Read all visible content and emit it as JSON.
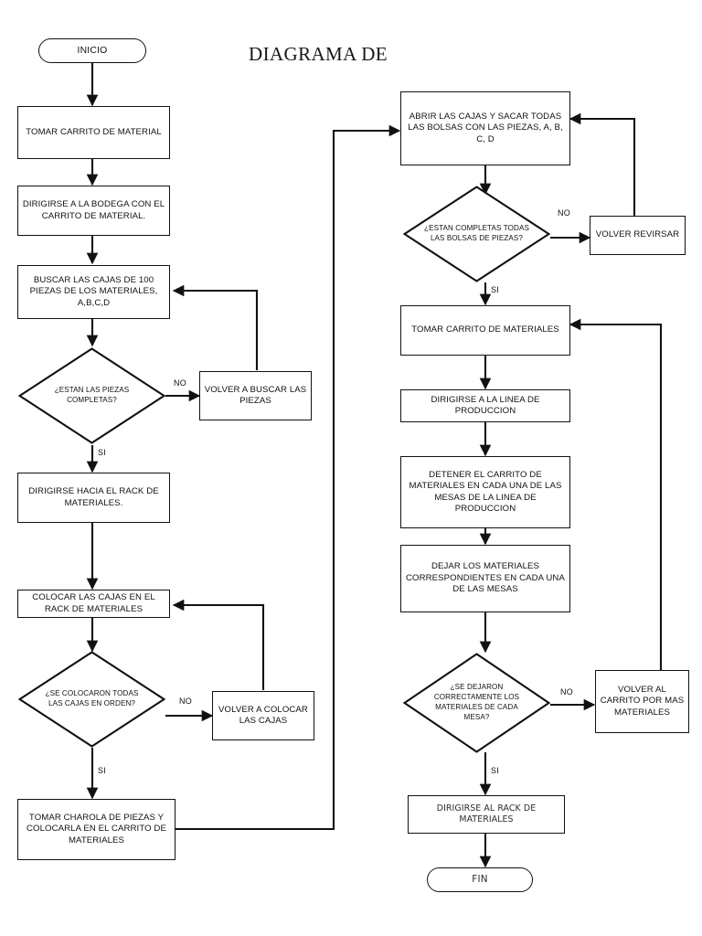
{
  "title": "DIAGRAMA DE",
  "colors": {
    "stroke": "#111111",
    "background": "#ffffff",
    "text": "#111111"
  },
  "flow": {
    "terminals": {
      "start": "INICIO",
      "end": "FIN"
    },
    "edge_labels": {
      "no": "NO",
      "si": "SI"
    },
    "left_column": [
      {
        "id": "tomar-carrito-material",
        "text": "TOMAR CARRITO DE MATERIAL"
      },
      {
        "id": "dirigirse-bodega",
        "text": "DIRIGIRSE A LA BODEGA CON EL CARRITO DE MATERIAL."
      },
      {
        "id": "buscar-cajas",
        "text": "BUSCAR LAS CAJAS DE 100 PIEZAS DE LOS MATERIALES, A,B,C,D"
      },
      {
        "id": "piezas-completas",
        "text": "¿ESTAN LAS PIEZAS COMPLETAS?"
      },
      {
        "id": "volver-buscar-piezas",
        "text": "VOLVER A BUSCAR LAS PIEZAS"
      },
      {
        "id": "dirigirse-rack",
        "text": "DIRIGIRSE HACIA EL RACK DE MATERIALES."
      },
      {
        "id": "colocar-cajas",
        "text": "COLOCAR LAS CAJAS EN EL RACK DE MATERIALES"
      },
      {
        "id": "cajas-en-orden",
        "text": "¿SE COLOCARON TODAS LAS CAJAS EN ORDEN?"
      },
      {
        "id": "volver-colocar-cajas",
        "text": "VOLVER A COLOCAR LAS CAJAS"
      },
      {
        "id": "tomar-charola",
        "text": "TOMAR CHAROLA DE PIEZAS Y COLOCARLA EN EL CARRITO DE MATERIALES"
      }
    ],
    "right_column": [
      {
        "id": "abrir-cajas",
        "text": "ABRIR LAS CAJAS Y SACAR TODAS LAS BOLSAS CON LAS PIEZAS, A, B, C, D"
      },
      {
        "id": "bolsas-completas",
        "text": "¿ESTAN COMPLETAS TODAS LAS BOLSAS DE PIEZAS?"
      },
      {
        "id": "volver-revirsar",
        "text": "VOLVER REVIRSAR"
      },
      {
        "id": "tomar-carrito-materiales",
        "text": "TOMAR CARRITO DE MATERIALES"
      },
      {
        "id": "dirigirse-linea",
        "text": "DIRIGIRSE A LA LINEA DE PRODUCCION"
      },
      {
        "id": "detener-carrito",
        "text": "DETENER EL CARRITO DE MATERIALES EN CADA UNA DE LAS MESAS DE LA LINEA DE PRODUCCION"
      },
      {
        "id": "dejar-materiales",
        "text": "DEJAR LOS MATERIALES CORRESPONDIENTES EN CADA UNA DE LAS MESAS"
      },
      {
        "id": "materiales-correctos",
        "text": "¿SE DEJARON CORRECTAMENTE LOS MATERIALES DE CADA MESA?"
      },
      {
        "id": "volver-carrito-mas",
        "text": "VOLVER AL CARRITO POR MAS MATERIALES"
      },
      {
        "id": "dirigirse-rack-final",
        "text": "DIRIGIRSE AL RACK DE MATERIALES"
      }
    ]
  }
}
